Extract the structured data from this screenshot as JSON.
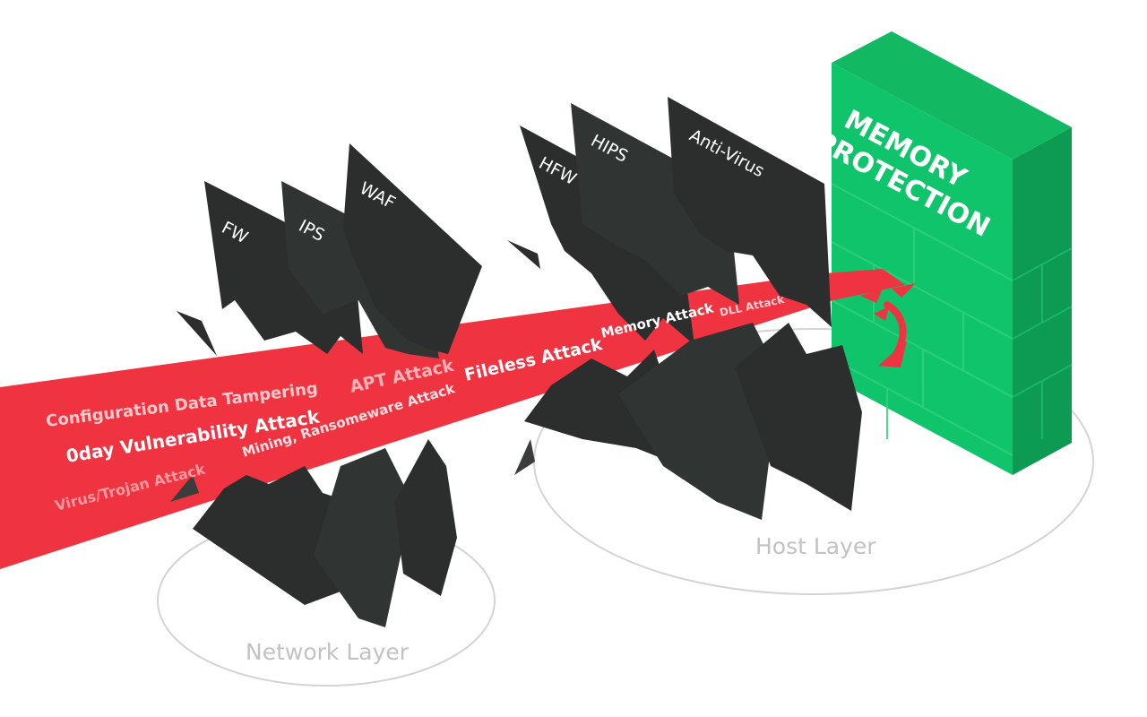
{
  "colors": {
    "attack_band": "#ef3340",
    "shield_front": "#0fc46a",
    "shield_top": "#12b862",
    "shield_side": "#0d9a52",
    "panel_dark": "#2b2e2c",
    "layer_ring": "#d4d4d4",
    "layer_text": "#c2c2c2"
  },
  "shield": {
    "title_line1": "MEMORY",
    "title_line2": "PROTECTION"
  },
  "defense_panels": {
    "network": [
      "FW",
      "IPS",
      "WAF"
    ],
    "host": [
      "HFW",
      "HIPS",
      "Anti-Virus"
    ]
  },
  "layers": {
    "network": "Network Layer",
    "host": "Host Layer"
  },
  "attacks": {
    "config_tampering": "Configuration Data Tampering",
    "zero_day": "0day Vulnerability Attack",
    "virus_trojan": "Virus/Trojan Attack",
    "apt": "APT Attack",
    "mining_ransomware": "Mining, Ransomeware Attack",
    "fileless": "Fileless Attack",
    "memory": "Memory Attack",
    "dll": "DLL Attack"
  }
}
